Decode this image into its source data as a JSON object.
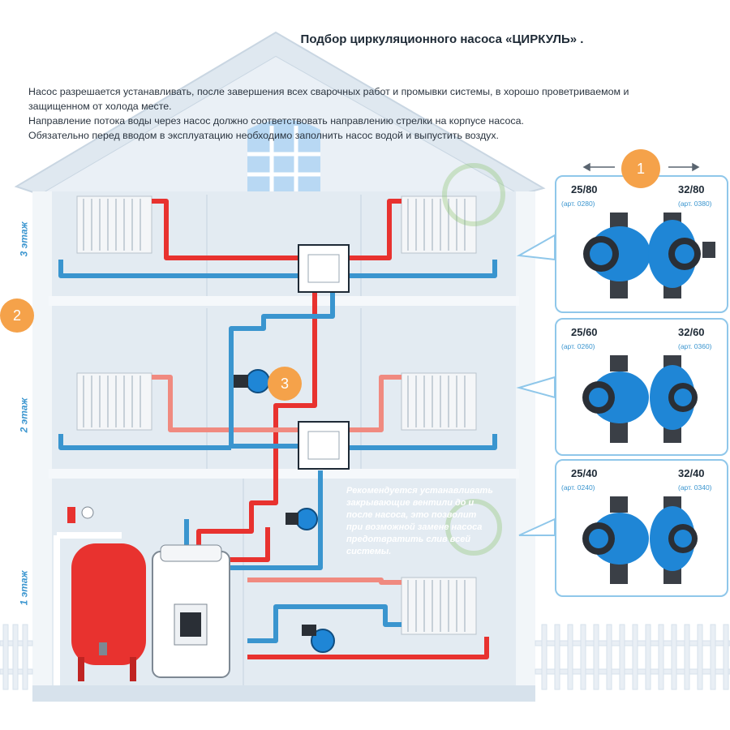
{
  "header": {
    "title": "Подбор циркуляционного насоса «ЦИРКУЛЬ» ."
  },
  "intro": {
    "line1": "Насос разрешается устанавливать, после завершения всех сварочных работ и промывки системы, в хорошо проветриваемом и",
    "line2": "защищенном от холода месте.",
    "line3": "Направление потока воды через насос должно соответствовать направлению стрелки на корпусе насоса.",
    "line4": "Обязательно перед вводом в эксплуатацию необходимо заполнить насос водой и выпустить воздух."
  },
  "floors": {
    "floor3": "3 этаж",
    "floor2": "2 этаж",
    "floor1": "1 этаж"
  },
  "badges": {
    "b1": "1",
    "b2": "2",
    "b3": "3"
  },
  "note": {
    "line1": "Рекомендуется устанавливать",
    "line2": "закрывающие вентили до и",
    "line3": "после насоса, это позволит",
    "line4": "при возможной замене насоса",
    "line5": "предотвратить слив всей",
    "line6": "системы."
  },
  "pumps": {
    "row1": {
      "left_model": "25/80",
      "left_art": "(арт. 0280)",
      "right_model": "32/80",
      "right_art": "(арт. 0380)"
    },
    "row2": {
      "left_model": "25/60",
      "left_art": "(арт. 0260)",
      "right_model": "32/60",
      "right_art": "(арт. 0360)"
    },
    "row3": {
      "left_model": "25/40",
      "left_art": "(арт. 0240)",
      "right_model": "32/40",
      "right_art": "(арт. 0340)"
    }
  },
  "colors": {
    "hot_pipe": "#e8322f",
    "cold_pipe": "#3a95cf",
    "return_pipe": "#f08a80",
    "pump_blue": "#1f86d6",
    "badge": "#f5a24a",
    "wall": "#e3ebf2"
  }
}
